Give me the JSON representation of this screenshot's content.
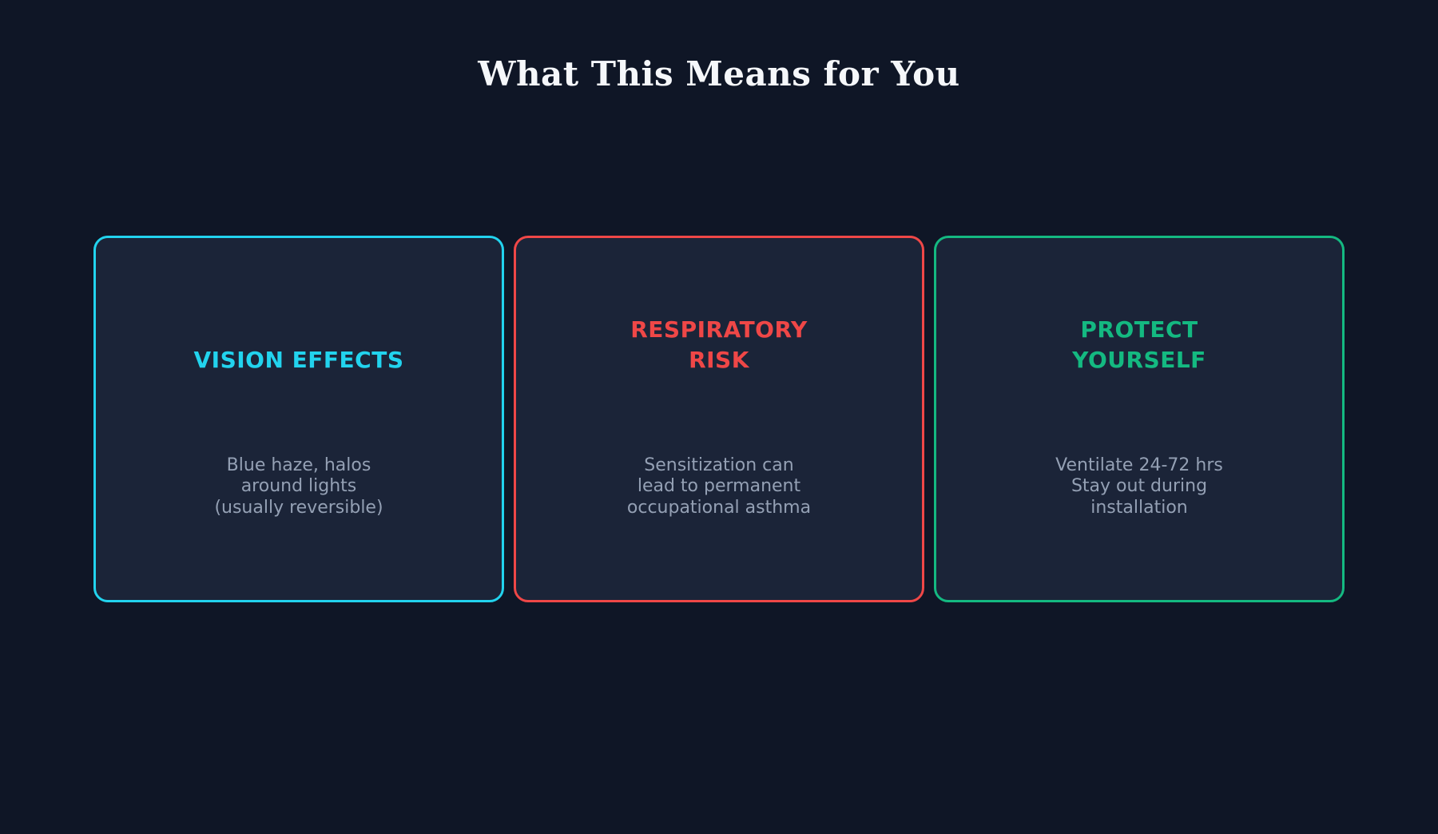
{
  "page": {
    "title": "What This Means for You"
  },
  "colors": {
    "background": "#0f1626",
    "card_background": "#1b2438",
    "title_text": "#f5f7fa",
    "body_text": "#94a0b4",
    "accent_cyan": "#22d3ee",
    "accent_red": "#ef4747",
    "accent_green": "#14b981"
  },
  "cards": [
    {
      "title": "VISION EFFECTS",
      "body": "Blue haze, halos\naround lights\n(usually reversible)",
      "accent": "#22d3ee"
    },
    {
      "title": "RESPIRATORY\nRISK",
      "body": "Sensitization can\nlead to permanent\noccupational asthma",
      "accent": "#ef4747"
    },
    {
      "title": "PROTECT\nYOURSELF",
      "body": "Ventilate 24-72 hrs\nStay out during\ninstallation",
      "accent": "#14b981"
    }
  ]
}
